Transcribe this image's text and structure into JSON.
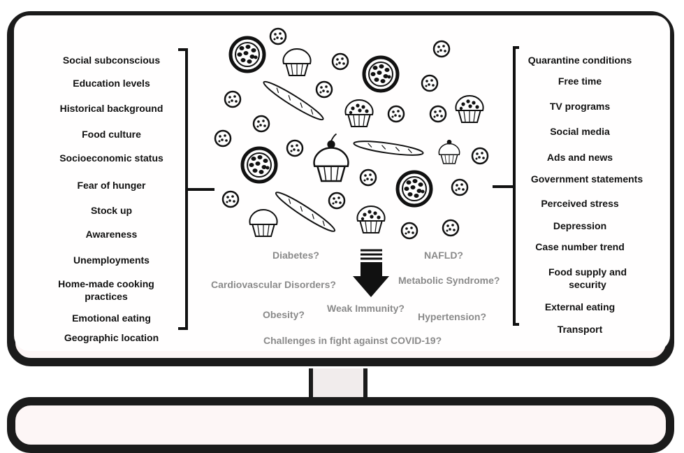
{
  "left_factors": [
    "Social subconscious",
    "Education levels",
    "Historical background",
    "Food culture",
    "Socioeconomic status",
    "Fear of hunger",
    "Stock up",
    "Awareness",
    "Unemployments",
    "Home-made cooking practices",
    "Emotional eating",
    "Geographic location"
  ],
  "right_factors": [
    "Quarantine conditions",
    "Free time",
    "TV programs",
    "Social media",
    "Ads and news",
    "Government statements",
    "Perceived stress",
    "Depression",
    "Case number trend",
    "Food supply and security",
    "External eating",
    "Transport"
  ],
  "outcomes": {
    "diabetes": "Diabetes?",
    "nafld": "NAFLD?",
    "cardiovascular": "Cardiovascular Disorders?",
    "metabolic": "Metabolic Syndrome?",
    "obesity": "Obesity?",
    "weak_immunity": "Weak Immunity?",
    "hypertension": "Hypertension?",
    "covid": "Challenges in fight against COVID-19?"
  },
  "food_icons": [
    "pizza-icon",
    "cookie-icon",
    "muffin-icon",
    "baguette-icon",
    "cupcake-icon"
  ]
}
